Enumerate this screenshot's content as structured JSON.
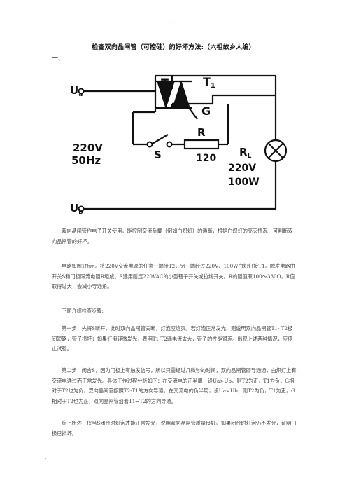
{
  "document": {
    "top_mark": ".",
    "bottom_mark": ".",
    "title": "检查双向晶闸管（可控硅）的好坏方法:（六祖故乡人编）",
    "section_number": "一、",
    "circuit": {
      "ua_label": "U",
      "ua_sub": "a",
      "ub_label": "U",
      "ub_sub": "b",
      "t2_label": "T",
      "t2_sub": "2",
      "t1_label": "T",
      "t1_sub": "1",
      "g_label": "G",
      "s_label": "S",
      "r_label": "R",
      "r_value": "120",
      "rl_label": "R",
      "rl_sub": "L",
      "supply_voltage": "220V",
      "supply_freq": "50Hz",
      "lamp_voltage": "220V",
      "lamp_power": "100W"
    },
    "paragraphs": [
      "双向晶闸管作电子开关使用，能控制交流负载（例如白炽灯）的通断，根据白炽灯的亮灭情况，可判断双向晶闸管的好坏。",
      "电路如图1所示。将220V交流电源的任意一端接T2，另一端经过220V、100W白炽灯接T1。触发电路由开关S和门极限流电阻R组成。S选用耐压220VAC的小型钮子开关或拉线开关。R的阻值取100～330Ω，R值取得过大，会减小导通角。",
      "下面介绍检查步骤:",
      "第一步，先将S断开，此时双向晶闸管关断，灯泡应熄灭。若灯泡正常发光，则说明双向晶闸管T1- T2极间短路，管子损坏；如果灯泡轻微发光，表明T1-T2漏电流太大，管子的性能很差。出现上述两种情况，应停止试验。",
      "第二步：闭合S，因为门极上有触发信号，所以只需经过几微秒的时间，双向晶闸管即导通通，白炽灯上有交流电通过而正常发光。具体工作过程分析如下：在交流电的正半周，设Ua>Ub，则T2为正，T1为负，G相对于T2也为负，双向晶闸管按照T2-T1的方向导通。在交流电的负半周，设Ua<Ub，则T2为负，T1为正，G相对于T2也为正，双向晶闸管沿着T1→T2的方向导通。",
      "综上所述，仅当S闭合时灯泡才能正常发光，说明双向晶闸管质量良好。如果闭合时灯泡仍不发光，证明门极已损坏。"
    ]
  }
}
